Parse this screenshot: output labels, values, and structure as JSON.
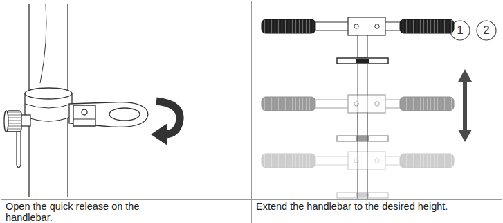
{
  "diagram": {
    "labels": [
      "1",
      "2",
      "Open the quick release on the handlebar.",
      "Extend the handlebar to the desired height."
    ]
  }
}
